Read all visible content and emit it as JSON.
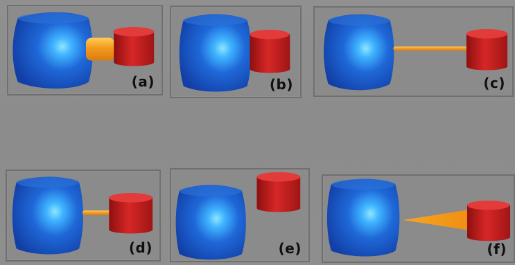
{
  "panels": [
    {
      "id": "a",
      "label": "(a)",
      "connector": "thick-cylinder"
    },
    {
      "id": "b",
      "label": "(b)",
      "connector": "none"
    },
    {
      "id": "c",
      "label": "(c)",
      "connector": "thin-long-rod"
    },
    {
      "id": "d",
      "label": "(d)",
      "connector": "short-thin-rod"
    },
    {
      "id": "e",
      "label": "(e)",
      "connector": "none"
    },
    {
      "id": "f",
      "label": "(f)",
      "connector": "cone"
    }
  ],
  "colors": {
    "background": "#8f8f8f",
    "blue_body": "#1f56c7",
    "red_body": "#c62222",
    "orange_connector": "#f39a1d",
    "label_text": "#111111"
  }
}
